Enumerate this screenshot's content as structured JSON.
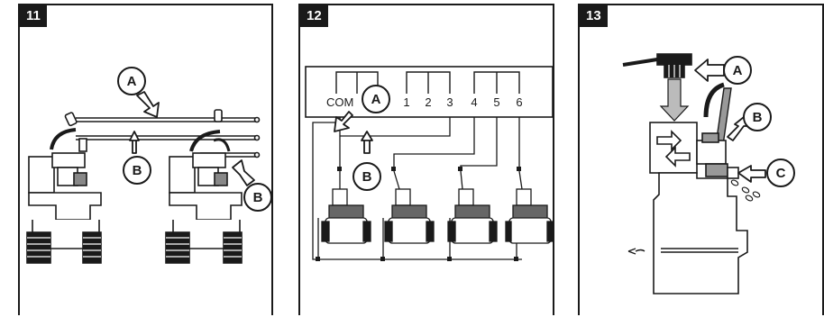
{
  "panels": [
    {
      "number": "11",
      "callouts": [
        "A",
        "B",
        "B"
      ]
    },
    {
      "number": "12",
      "terminals": [
        "COM",
        "1",
        "2",
        "3",
        "4",
        "5",
        "6"
      ],
      "callouts": [
        "A",
        "B"
      ]
    },
    {
      "number": "13",
      "callouts": [
        "A",
        "B",
        "C"
      ]
    }
  ]
}
